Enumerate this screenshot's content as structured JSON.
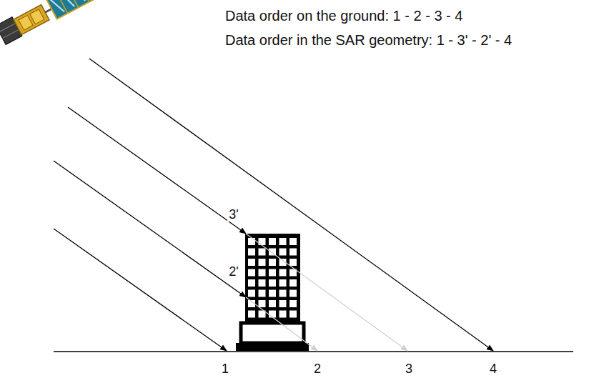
{
  "diagram": {
    "labels": [
      "Data order on the ground: 1 - 2 - 3 - 4",
      "Data order in the SAR geometry: 1 - 3' - 2' - 4",
      "3'",
      "2'",
      "1",
      "2",
      "3",
      "4"
    ]
  }
}
